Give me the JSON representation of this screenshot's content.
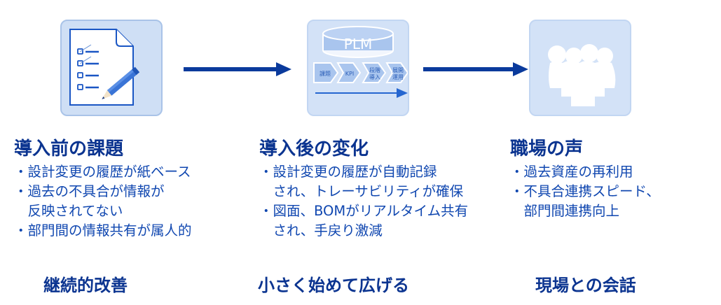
{
  "colors": {
    "heading": "#0b3490",
    "body_text": "#1047b0",
    "arrow": "#0a3a9c",
    "card_bg": "#d3e2f7",
    "card_border": "#c2d6f2"
  },
  "stages": [
    {
      "icon": "checklist-pencil-icon",
      "title": "導入前の課題",
      "bullets": [
        "・設計変更の履歴が紙ベース",
        "・過去の不具合が情報が",
        "　反映されてない",
        "・部門間の情報共有が属人的"
      ],
      "footer": "継続的改善"
    },
    {
      "icon": "plm-process-icon",
      "plm_label": "PLM",
      "steps": [
        "課題",
        "KPI",
        "段階",
        "導入",
        "展開",
        "運用"
      ],
      "title": "導入後の変化",
      "bullets": [
        "・設計変更の履歴が自動記録",
        "　され、トレーサビリティが確保",
        "・図面、BOMがリアルタイム共有",
        "　され、手戻り激減"
      ],
      "footer": "小さく始めて広げる"
    },
    {
      "icon": "people-group-icon",
      "title": "職場の声",
      "bullets": [
        "・過去資産の再利用",
        "・不具合連携スピード、",
        "　部門間連携向上"
      ],
      "footer": "現場との会話"
    }
  ]
}
